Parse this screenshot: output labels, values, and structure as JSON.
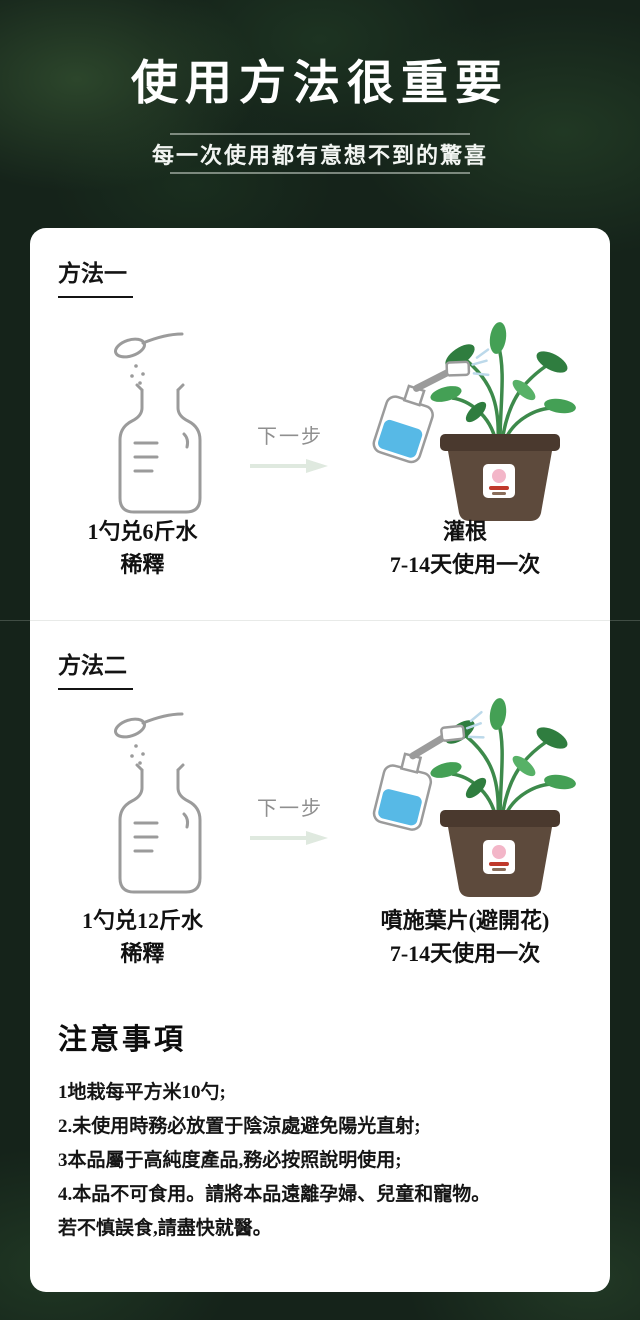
{
  "header": {
    "title": "使用方法很重要",
    "subtitle": "每一次使用都有意想不到的驚喜"
  },
  "methods": [
    {
      "label": "方法一",
      "next": "下一步",
      "left1": "1勺兑6斤水",
      "left2": "稀釋",
      "right1": "灌根",
      "right2": "7-14天使用一次"
    },
    {
      "label": "方法二",
      "next": "下一步",
      "left1": "1勺兑12斤水",
      "left2": "稀釋",
      "right1": "噴施葉片(避開花)",
      "right2": "7-14天使用一次"
    }
  ],
  "notes": {
    "title": "注意事項",
    "lines": [
      "1地栽每平方米10勺;",
      "2.未使用時務必放置于陰涼處避免陽光直射;",
      "3本品屬于高純度產品,務必按照說明使用;",
      "4.本品不可食用。請將本品遠離孕婦、兒童和寵物。",
      "若不慎誤食,請盡快就醫。"
    ]
  },
  "colors": {
    "background_green": "#15231a",
    "card": "#ffffff",
    "liquid_blue": "#57b9e6",
    "pot_brown": "#5d4a3c",
    "leaf_green": "#2f7d3f",
    "lineart_gray": "#9b9b9b"
  }
}
